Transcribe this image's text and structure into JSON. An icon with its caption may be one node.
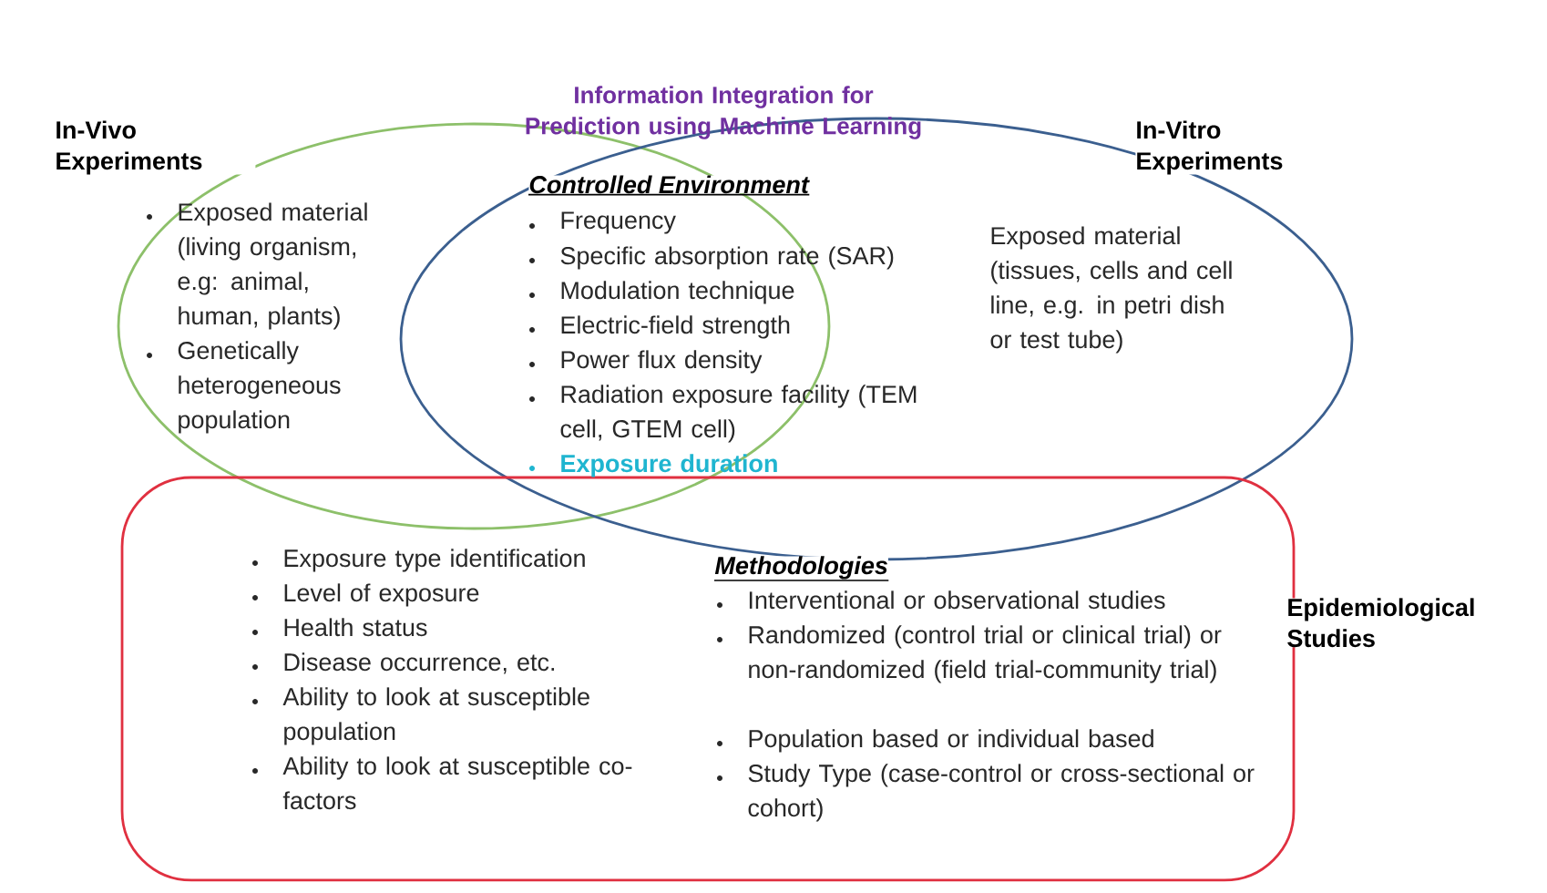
{
  "diagram": {
    "title": "Information Integration for Prediction using Machine Learning",
    "nodes": [
      {
        "text": [
          "In-Vivo Experiments",
          "Exposed material (living organism, e.g: animal, human, plants)",
          "Genetically heterogeneous population"
        ]
      },
      {
        "text": [
          "In-Vitro Experiments",
          "Exposed material (tissues, cells and cell line, e.g. in petri dish or test tube)"
        ]
      },
      {
        "text": [
          "Epidemiological Studies",
          "Exposure type identification",
          "Level of exposure",
          "Health status",
          "Disease occurrence, etc.",
          "Ability to look at susceptible population",
          "Ability to look at susceptible co-factors",
          "Methodologies",
          "Interventional or observational studies",
          "Randomized (control trial or clinical trial) or non-randomized (field trial-community trial)",
          "Population based or individual based",
          "Study Type (case-control or cross-sectional or cohort)"
        ]
      }
    ],
    "labels": [
      "Controlled Environment",
      "Frequency",
      "Specific absorption rate (SAR)",
      "Modulation technique",
      "Electric-field strength",
      "Power flux density",
      "Radiation exposure facility (TEM cell, GTEM cell)",
      "Exposure duration"
    ]
  }
}
